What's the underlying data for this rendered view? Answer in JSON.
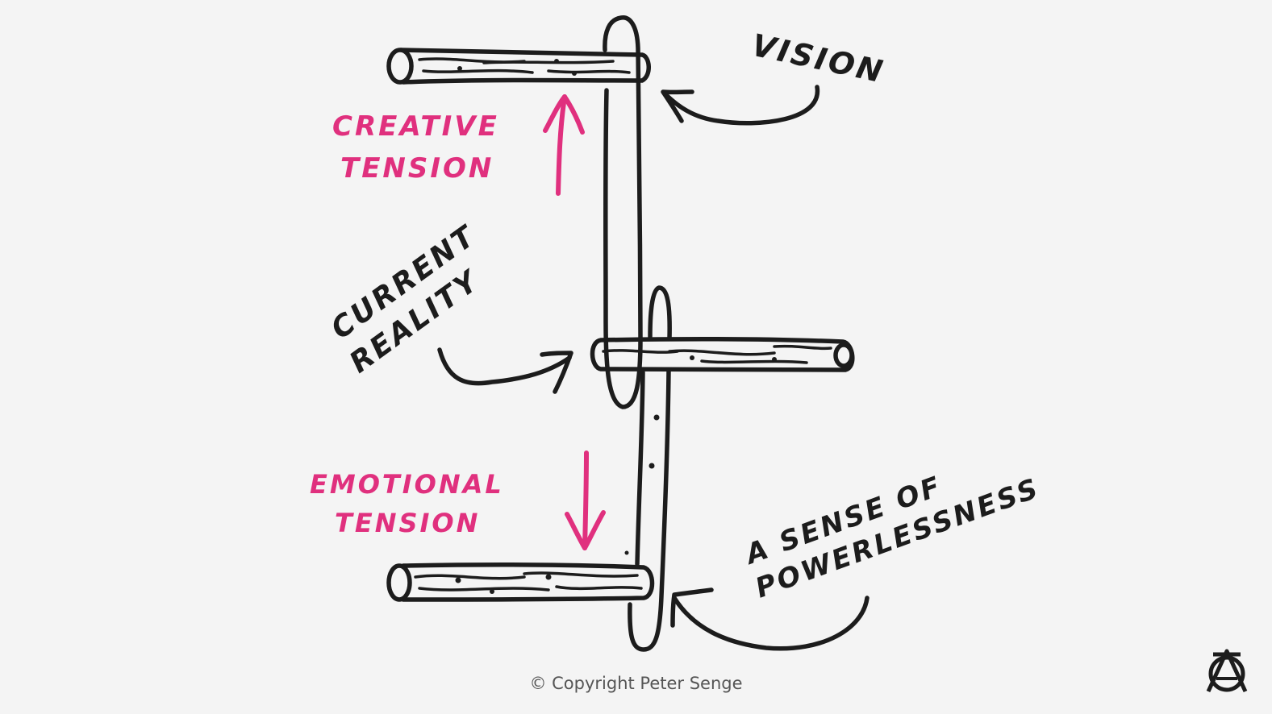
{
  "labels": {
    "vision": "VISION",
    "creative_line1": "CREATIVE",
    "creative_line2": "TENSION",
    "current_line1": "CURRENT",
    "current_line2": "REALITY",
    "emotional_line1": "EMOTIONAL",
    "emotional_line2": "TENSION",
    "powerless_line1": "A SENSE OF",
    "powerless_line2": "POWERLESSNESS"
  },
  "footer": {
    "copyright": "© Copyright Peter Senge"
  },
  "logo": {
    "text": "A"
  },
  "colors": {
    "ink": "#1c1c1c",
    "accent": "#e0307e",
    "background": "#f4f4f4",
    "footer_text": "#555555"
  },
  "icons": {
    "logo": "logo-icon"
  }
}
